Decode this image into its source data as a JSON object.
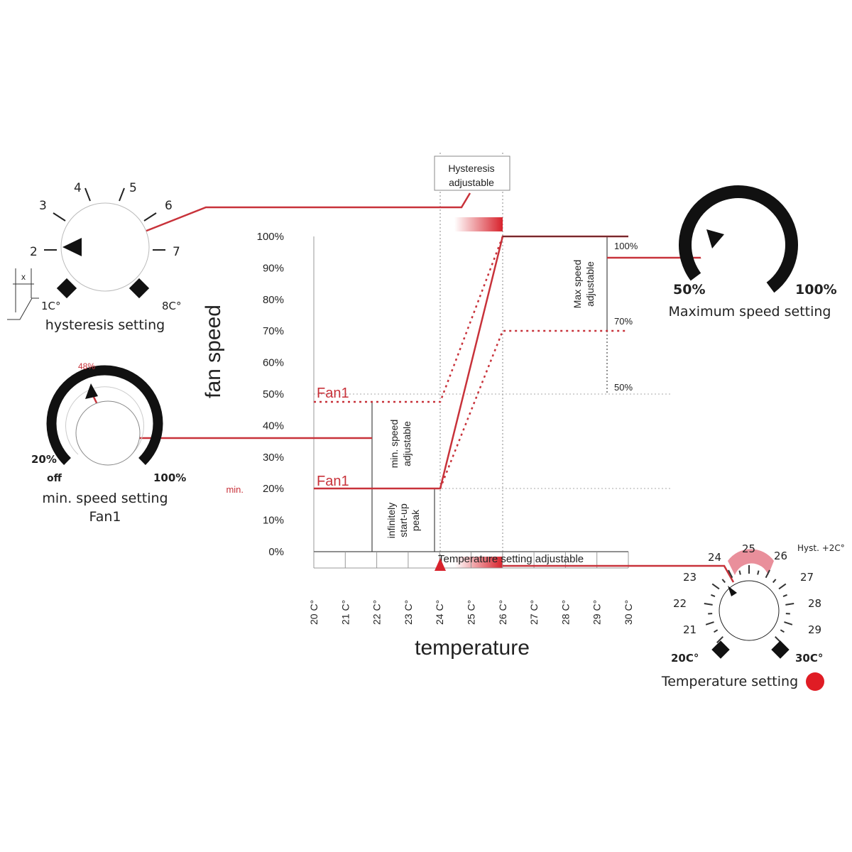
{
  "y_axis": {
    "label": "fan speed",
    "ticks": [
      "0%",
      "10%",
      "20%",
      "30%",
      "40%",
      "50%",
      "60%",
      "70%",
      "80%",
      "90%",
      "100%"
    ],
    "min_marker": "min."
  },
  "x_axis": {
    "label": "temperature",
    "ticks": [
      "20 C°",
      "21 C°",
      "22 C°",
      "23 C°",
      "24 C°",
      "25 C°",
      "26 C°",
      "27 C°",
      "28 C°",
      "29 C°",
      "30 C°"
    ]
  },
  "annotations": {
    "hysteresis": [
      "Hysteresis",
      "adjustable"
    ],
    "fan1_upper": "Fan1",
    "fan1_lower": "Fan1",
    "min_speed": [
      "min. speed",
      "adjustable"
    ],
    "startup": [
      "infinitely",
      "start-up",
      "peak"
    ],
    "max_speed": [
      "Max speed",
      "adjustable"
    ],
    "max_100": "100%",
    "max_70": "70%",
    "max_50": "50%",
    "temp_adjustable": "Temperature setting adjustable"
  },
  "hysteresis_knob": {
    "labels": [
      "2",
      "3",
      "4",
      "5",
      "6",
      "7"
    ],
    "min": "1C°",
    "max": "8C°",
    "x_label": "x",
    "title": "hysteresis setting",
    "value": 2
  },
  "min_speed_knob": {
    "value_label": "48%",
    "low": "20%",
    "off": "off",
    "high": "100%",
    "title": [
      "min. speed setting",
      "Fan1"
    ]
  },
  "max_speed_knob": {
    "low": "50%",
    "high": "100%",
    "title": "Maximum speed setting"
  },
  "temp_knob": {
    "labels": [
      "21",
      "22",
      "23",
      "24",
      "25",
      "26",
      "27",
      "28",
      "29"
    ],
    "min": "20C°",
    "max": "30C°",
    "hyst": "Hyst. +2C°",
    "title": "Temperature setting",
    "value": 24
  },
  "colors": {
    "accent": "#c8323a",
    "line": "#222222",
    "grid": "#999999"
  },
  "chart_data": {
    "type": "line",
    "x": [
      20,
      24,
      26,
      30
    ],
    "series": [
      {
        "name": "Fan1 (min 20%)",
        "values": [
          20,
          20,
          100,
          100
        ]
      },
      {
        "name": "Fan1 (min 48%, dotted)",
        "values": [
          48,
          48,
          100,
          100
        ]
      },
      {
        "name": "Max 70% (dotted)",
        "values": [
          20,
          20,
          70,
          70
        ]
      }
    ],
    "xlim": [
      20,
      30
    ],
    "ylim": [
      0,
      100
    ]
  }
}
